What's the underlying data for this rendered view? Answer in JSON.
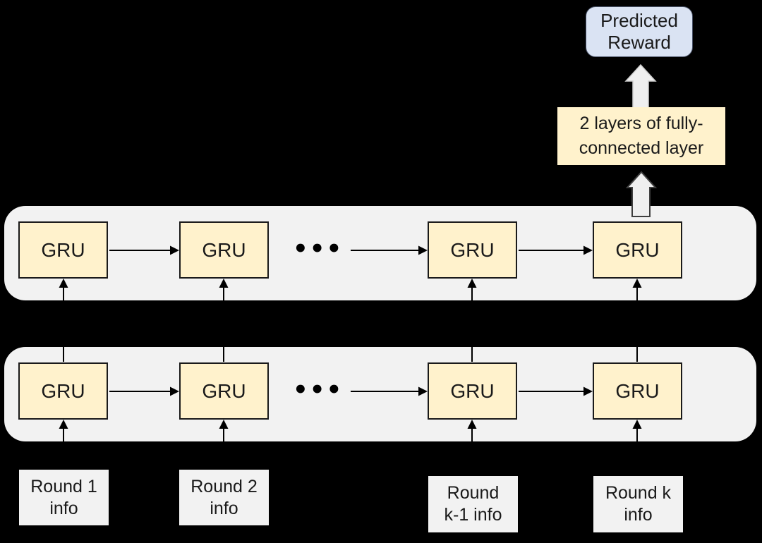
{
  "predicted_reward": {
    "line1": "Predicted",
    "line2": "Reward"
  },
  "fc_layer": {
    "line1": "2 layers of fully-",
    "line2": "connected layer"
  },
  "layers": {
    "top": {
      "cells": [
        "GRU",
        "GRU",
        "GRU",
        "GRU"
      ],
      "ellipsis": "•••"
    },
    "bottom": {
      "cells": [
        "GRU",
        "GRU",
        "GRU",
        "GRU"
      ],
      "ellipsis": "•••"
    }
  },
  "inputs": [
    {
      "line1": "Round 1",
      "line2": "info"
    },
    {
      "line1": "Round 2",
      "line2": "info"
    },
    {
      "line1": "Round",
      "line2": "k-1 info"
    },
    {
      "line1": "Round k",
      "line2": "info"
    }
  ],
  "colors": {
    "background": "#000000",
    "band": "#f2f2f2",
    "gru_fill": "#fff2cc",
    "gru_border": "#1a1a1a",
    "predicted_fill": "#dae3f3",
    "fc_fill": "#fff2cc",
    "input_fill": "#f2f2f2",
    "arrow": "#000000",
    "block_arrow_fill": "#efefef"
  }
}
